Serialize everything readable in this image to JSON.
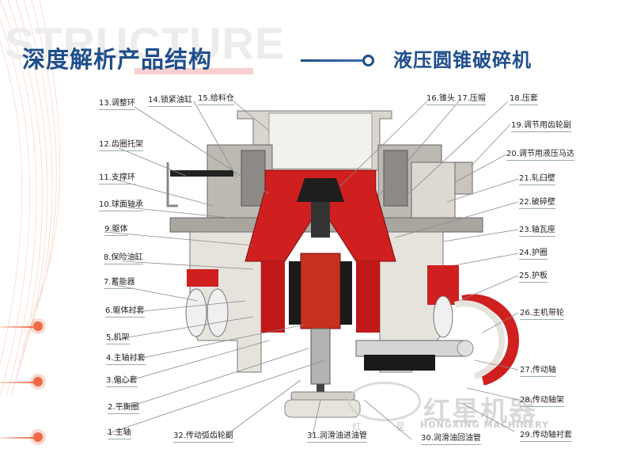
{
  "header": {
    "background_word": "STRUCTURE",
    "title_left": "深度解析产品结构",
    "title_right": "液压圆锥破碎机"
  },
  "colors": {
    "title_blue": "#1f4e8c",
    "accent_orange": "#ec6a45",
    "machine_red": "#d01f1f",
    "machine_grey": "#b9b6ae",
    "machine_light": "#ece9e1"
  },
  "labels_left": [
    {
      "id": 13,
      "text": "13.调整环"
    },
    {
      "id": 14,
      "text": "14.锁紧油缸"
    },
    {
      "id": 15,
      "text": "15.给料仓"
    },
    {
      "id": 12,
      "text": "12.齿圈托架"
    },
    {
      "id": 11,
      "text": "11.支撑环"
    },
    {
      "id": 10,
      "text": "10.球面轴承"
    },
    {
      "id": 9,
      "text": "9.躯体"
    },
    {
      "id": 8,
      "text": "8.保险油缸"
    },
    {
      "id": 7,
      "text": "7.蓄能器"
    },
    {
      "id": 6,
      "text": "6.躯体衬套"
    },
    {
      "id": 5,
      "text": "5.机架"
    },
    {
      "id": 4,
      "text": "4.主轴衬套"
    },
    {
      "id": 3,
      "text": "3.偏心套"
    },
    {
      "id": 2,
      "text": "2.平衡圈"
    },
    {
      "id": 1,
      "text": "1.主轴"
    }
  ],
  "labels_bottom": [
    {
      "id": 32,
      "text": "32.传动弧齿轮副"
    },
    {
      "id": 31,
      "text": "31.润滑油进油管"
    },
    {
      "id": 30,
      "text": "30.润滑油回油管"
    },
    {
      "id": 29,
      "text": "29.传动轴衬套"
    }
  ],
  "labels_right": [
    {
      "id": 16,
      "text": "16.锥头"
    },
    {
      "id": 17,
      "text": "17.压帽"
    },
    {
      "id": 18,
      "text": "18.压套"
    },
    {
      "id": 19,
      "text": "19.调节用齿轮副"
    },
    {
      "id": 20,
      "text": "20.调节用液压马达"
    },
    {
      "id": 21,
      "text": "21.轧臼壁"
    },
    {
      "id": 22,
      "text": "22.破碎壁"
    },
    {
      "id": 23,
      "text": "23.轴瓦座"
    },
    {
      "id": 24,
      "text": "24.护圈"
    },
    {
      "id": 25,
      "text": "25.护板"
    },
    {
      "id": 26,
      "text": "26.主机带轮"
    },
    {
      "id": 27,
      "text": "27.传动轴"
    },
    {
      "id": 28,
      "text": "28.传动轴架"
    }
  ],
  "watermark": {
    "brand": "红星机器",
    "brand_en": "HONGXING MACHINERY",
    "logo_chars": [
      "红",
      "星"
    ]
  }
}
